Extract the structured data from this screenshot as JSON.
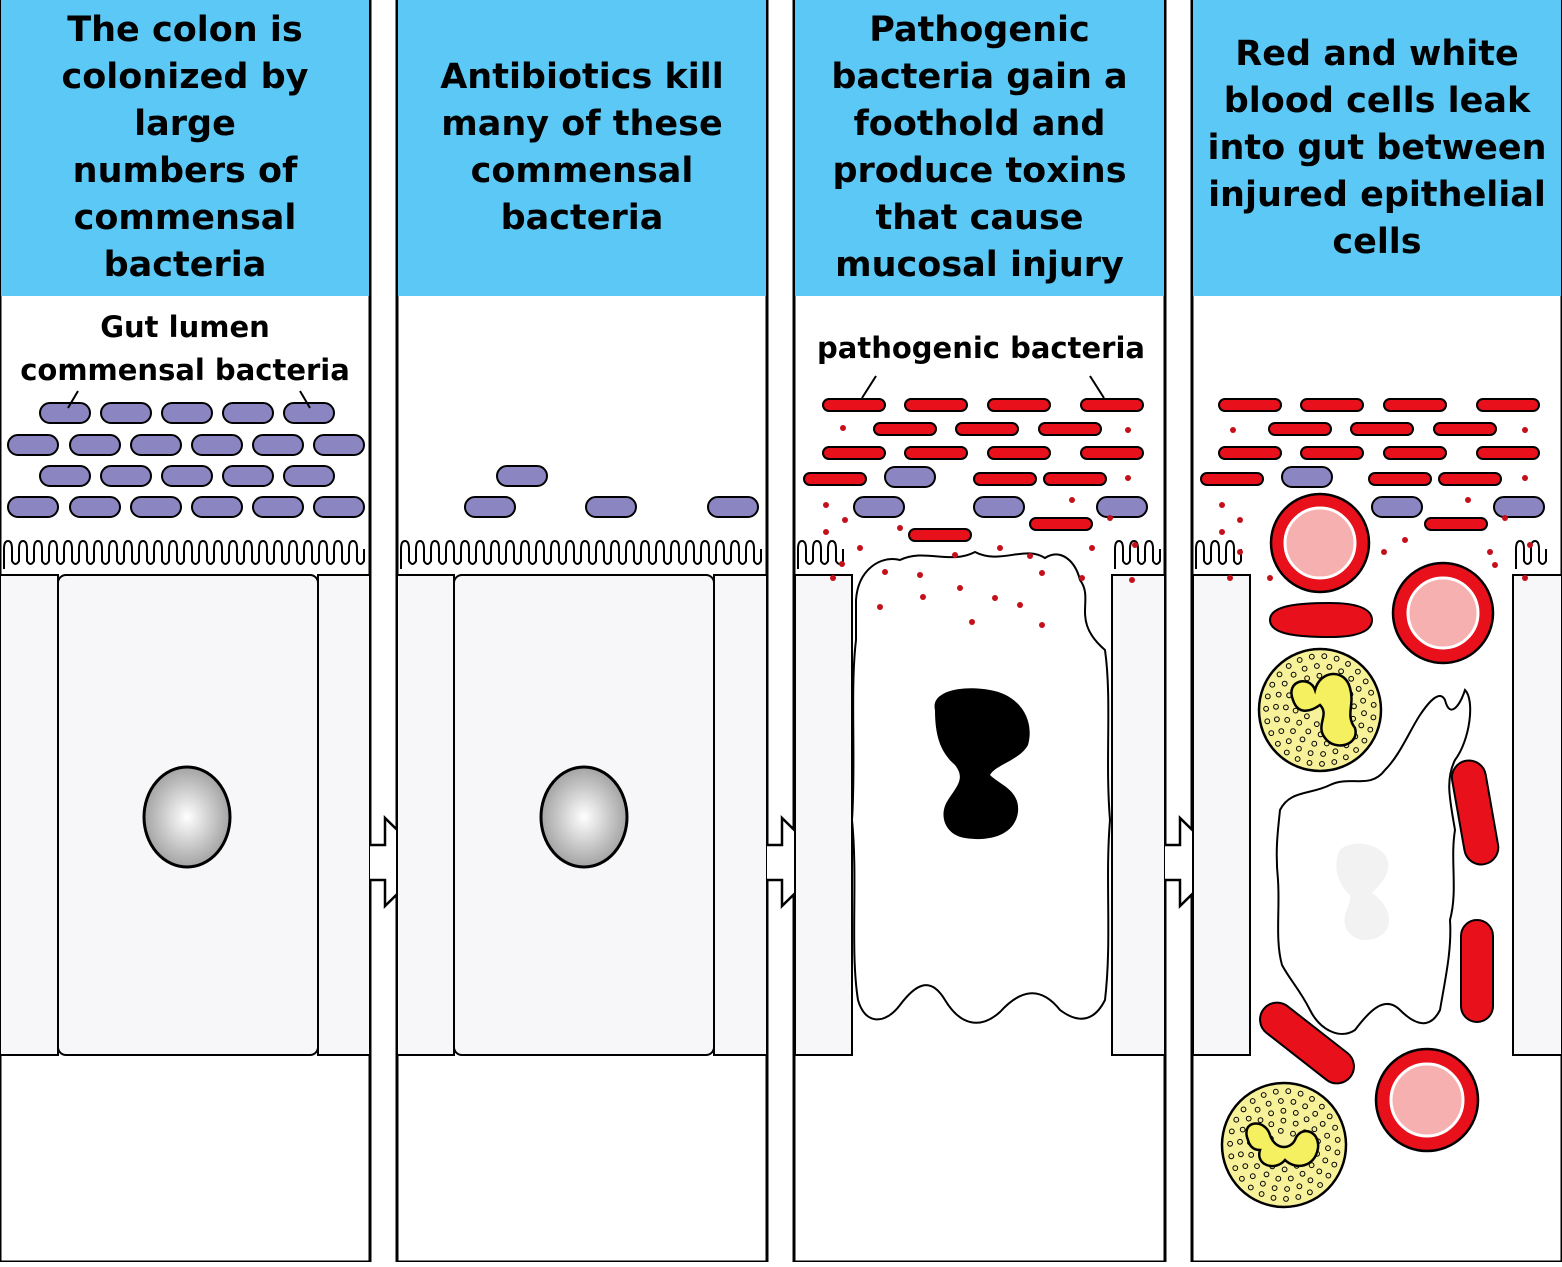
{
  "panels": [
    {
      "header": "The colon is\ncolonized by large\nnumbers of\ncommensal\nbacteria"
    },
    {
      "header": "Antibiotics kill\nmany of these\ncommensal\nbacteria"
    },
    {
      "header": "Pathogenic\nbacteria gain a\nfoothold and\nproduce toxins\nthat cause\nmucosal injury"
    },
    {
      "header": "Red and white\nblood cells leak\ninto gut between\ninjured epithelial\ncells"
    }
  ],
  "labels": {
    "gut_lumen": "Gut lumen\ncommensal bacteria",
    "pathogenic": "pathogenic bacteria"
  },
  "colors": {
    "header_bg": "#5bc8f5",
    "commensal": "#8b85c1",
    "pathogenic": "#e8101a",
    "cell_fill": "#f7f7f9",
    "wbc": "#f7f29a"
  }
}
